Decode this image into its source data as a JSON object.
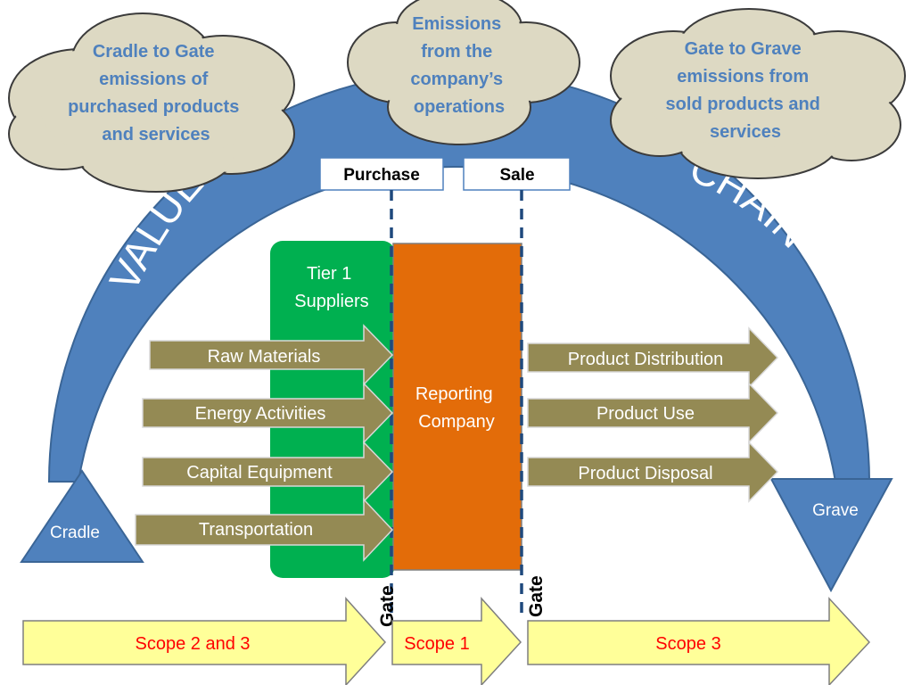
{
  "clouds": {
    "left_lines": [
      "Cradle to Gate",
      "emissions of",
      "purchased products",
      "and services"
    ],
    "center_lines": [
      "Emissions",
      "from the",
      "company’s",
      "operations"
    ],
    "right_lines": [
      "Gate to Grave",
      "emissions from",
      "sold products and",
      "services"
    ]
  },
  "arc": {
    "left_word": "VALUE",
    "right_word": "CHAIN"
  },
  "labels": {
    "purchase": "Purchase",
    "sale": "Sale",
    "gate": "Gate"
  },
  "suppliers": {
    "lines": [
      "Tier 1",
      "Suppliers"
    ]
  },
  "company": {
    "lines": [
      "Reporting",
      "Company"
    ]
  },
  "upstream": [
    "Raw Materials",
    "Energy Activities",
    "Capital Equipment",
    "Transportation"
  ],
  "downstream": [
    "Product Distribution",
    "Product Use",
    "Product Disposal"
  ],
  "endpoints": {
    "cradle": "Cradle",
    "grave": "Grave"
  },
  "scopes": {
    "s23": "Scope 2 and 3",
    "s1": "Scope 1",
    "s3": "Scope 3"
  },
  "colors": {
    "arc": "#4f81bd",
    "cloud": "#ddd9c3",
    "cloud_text": "#4f81bd",
    "supplier_green": "#00b050",
    "company_orange": "#e36c09",
    "arrow_olive": "#948a54",
    "scope_yellow": "#ffff99",
    "scope_text": "#ff0000",
    "gate_line": "#1f497d"
  }
}
